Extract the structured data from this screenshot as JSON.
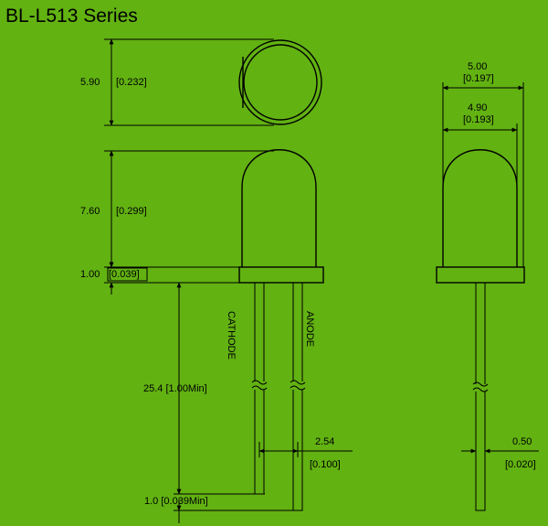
{
  "title": "BL-L513 Series",
  "labels": {
    "cathode": "CATHODE",
    "anode": "ANODE"
  },
  "dims": {
    "top_diameter_mm": "5.90",
    "top_diameter_in": "[0.232]",
    "dome_height_mm": "7.60",
    "dome_height_in": "[0.299]",
    "flange_mm": "1.00",
    "flange_in": "[0.039]",
    "lead_length": "25.4 [1.00Min]",
    "lead_offset": "1.0 [0.039Min]",
    "pitch_mm": "2.54",
    "pitch_in": "[0.100]",
    "flange_width_mm": "5.00",
    "flange_width_in": "[0.197]",
    "dome_width_mm": "4.90",
    "dome_width_in": "[0.193]",
    "lead_width_mm": "0.50",
    "lead_width_in": "[0.020]"
  },
  "colors": {
    "background": "#62b212",
    "line": "#000000"
  }
}
